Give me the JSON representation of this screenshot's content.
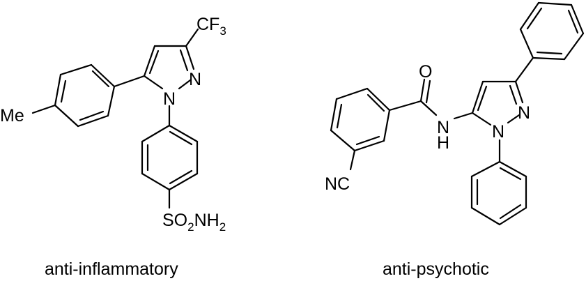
{
  "figure": {
    "molecules": [
      {
        "id": "left",
        "caption": "anti-inflammatory",
        "labels": {
          "cf3_main": "CF",
          "cf3_sub": "3",
          "n2": "N",
          "n1": "N",
          "me": "Me",
          "so2nh2_s": "SO",
          "so2nh2_sub1": "2",
          "so2nh2_nh": "NH",
          "so2nh2_sub2": "2"
        }
      },
      {
        "id": "right",
        "caption": "anti-psychotic",
        "labels": {
          "o": "O",
          "nh_n": "N",
          "nh_h": "H",
          "n2": "N",
          "n1": "N",
          "nc": "NC"
        }
      }
    ]
  }
}
